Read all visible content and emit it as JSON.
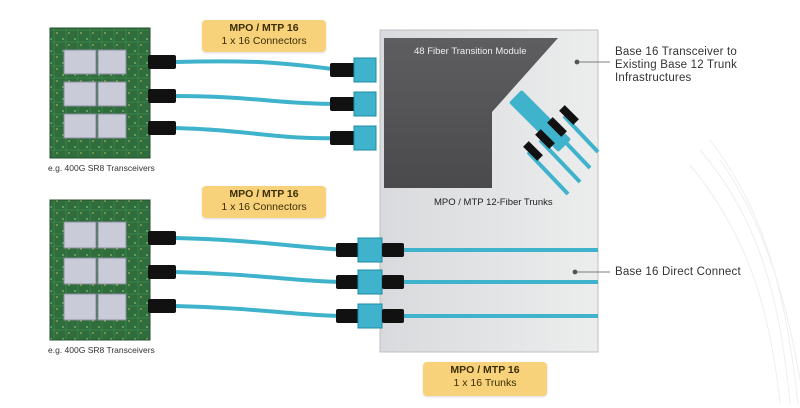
{
  "badges": {
    "top": {
      "line1": "MPO / MTP 16",
      "line2": "1 x 16 Connectors"
    },
    "middle": {
      "line1": "MPO / MTP 16",
      "line2": "1 x 16 Connectors"
    },
    "bottom": {
      "line1": "MPO / MTP 16",
      "line2": "1 x 16 Trunks"
    }
  },
  "transceiver_captions": {
    "top": "e.g. 400G SR8 Transceivers",
    "bottom": "e.g. 400G SR8 Transceivers"
  },
  "module": {
    "title": "48 Fiber Transition Module"
  },
  "trunks": {
    "title": "MPO / MTP 12-Fiber Trunks"
  },
  "callouts": {
    "transition": {
      "line1": "Base 16 Transceiver to",
      "line2": "Existing Base 12 Trunk",
      "line3": "Infrastructures"
    },
    "direct": {
      "line1": "Base 16 Direct Connect"
    }
  },
  "colors": {
    "cable": "#3fb3cc",
    "cable_dark": "#1f8aa3",
    "connector": "#111111",
    "badge": "#f7d27a",
    "module": "#555555",
    "panel": "#e3e4e6",
    "pcb": "#2e6b3c"
  }
}
